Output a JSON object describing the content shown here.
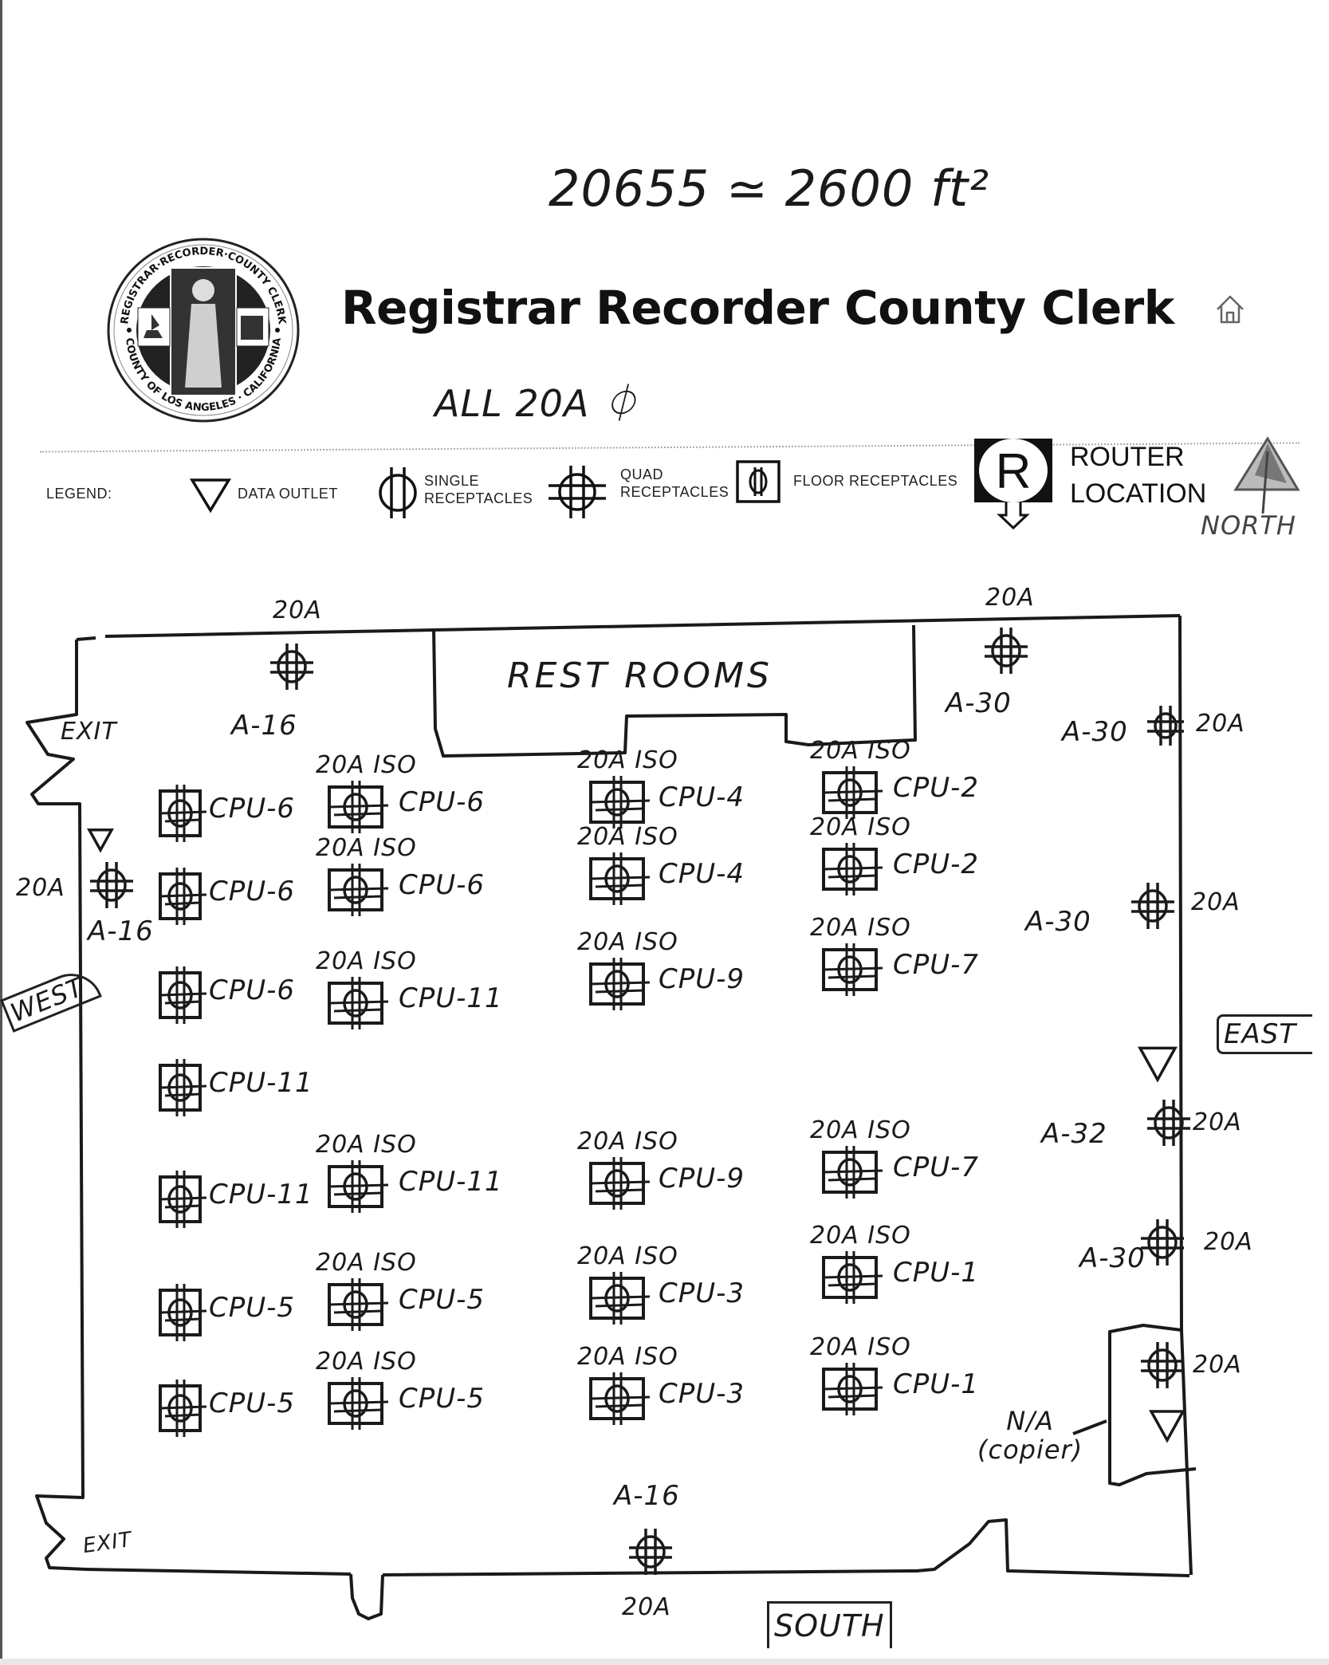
{
  "header": {
    "annotation_top": "20655   ≃ 2600 ft²",
    "title": "Registrar Recorder County Clerk",
    "annotation_sub": "ALL 20A ⏀",
    "seal_text_top": "REGISTRAR·RECORDER·COUNTY CLERK",
    "seal_text_bottom": "COUNTY OF LOS ANGELES · CALIFORNIA"
  },
  "legend": {
    "label": "LEGEND:",
    "items": [
      {
        "icon": "data-outlet-icon",
        "label": "DATA OUTLET"
      },
      {
        "icon": "single-receptacle-icon",
        "label_line1": "SINGLE",
        "label_line2": "RECEPTACLES"
      },
      {
        "icon": "quad-receptacle-icon",
        "label_line1": "QUAD",
        "label_line2": "RECEPTACLES"
      },
      {
        "icon": "floor-receptacle-icon",
        "label": "FLOOR RECEPTACLES"
      }
    ],
    "router": {
      "symbol": "R",
      "line1": "ROUTER",
      "line2": "LOCATION"
    },
    "north": "NORTH"
  },
  "plan": {
    "rest_rooms": "REST ROOMS",
    "exits": [
      "EXIT",
      "EXIT"
    ],
    "directions": {
      "west": "WEST",
      "east": "EAST",
      "south": "SOUTH"
    },
    "copier_note": {
      "line1": "N/A",
      "line2": "(copier)"
    },
    "wall_receptacles": [
      {
        "circuit": "A-16",
        "amp": "20A",
        "side": "north"
      },
      {
        "circuit": "A-30",
        "amp": "20A",
        "side": "north"
      },
      {
        "circuit": "A-30",
        "amp": "20A",
        "side": "east"
      },
      {
        "circuit": "A-30",
        "amp": "20A",
        "side": "east"
      },
      {
        "circuit": "A-32",
        "amp": "20A",
        "side": "east"
      },
      {
        "circuit": "A-30",
        "amp": "20A",
        "side": "east"
      },
      {
        "circuit": "",
        "amp": "20A",
        "side": "east-copier"
      },
      {
        "circuit": "A-16",
        "amp": "20A",
        "side": "west"
      },
      {
        "circuit": "A-16",
        "amp": "20A",
        "side": "south"
      }
    ],
    "floor_receptacles": {
      "col1": [
        {
          "cpu": "CPU-6",
          "note": ""
        },
        {
          "cpu": "CPU-6",
          "note": ""
        },
        {
          "cpu": "CPU-6",
          "note": ""
        },
        {
          "cpu": "CPU-11",
          "note": ""
        },
        {
          "cpu": "CPU-11",
          "note": ""
        },
        {
          "cpu": "CPU-5",
          "note": ""
        },
        {
          "cpu": "CPU-5",
          "note": ""
        }
      ],
      "col2": [
        {
          "cpu": "CPU-6",
          "note": "20A ISO"
        },
        {
          "cpu": "CPU-6",
          "note": "20A ISO"
        },
        {
          "cpu": "CPU-11",
          "note": "20A ISO"
        },
        {
          "cpu": "CPU-11",
          "note": "20A ISO"
        },
        {
          "cpu": "CPU-5",
          "note": "20A ISO"
        },
        {
          "cpu": "CPU-5",
          "note": "20A ISO"
        }
      ],
      "col3": [
        {
          "cpu": "CPU-4",
          "note": "20A ISO"
        },
        {
          "cpu": "CPU-4",
          "note": "20A ISO"
        },
        {
          "cpu": "CPU-9",
          "note": "20A ISO"
        },
        {
          "cpu": "CPU-9",
          "note": "20A ISO"
        },
        {
          "cpu": "CPU-3",
          "note": "20A ISO"
        },
        {
          "cpu": "CPU-3",
          "note": "20A ISO"
        }
      ],
      "col4": [
        {
          "cpu": "CPU-2",
          "note": "20A ISO"
        },
        {
          "cpu": "CPU-2",
          "note": "20A ISO"
        },
        {
          "cpu": "CPU-7",
          "note": "20A ISO"
        },
        {
          "cpu": "CPU-7",
          "note": "20A ISO"
        },
        {
          "cpu": "CPU-1",
          "note": "20A ISO"
        },
        {
          "cpu": "CPU-1",
          "note": "20A ISO"
        }
      ]
    }
  }
}
